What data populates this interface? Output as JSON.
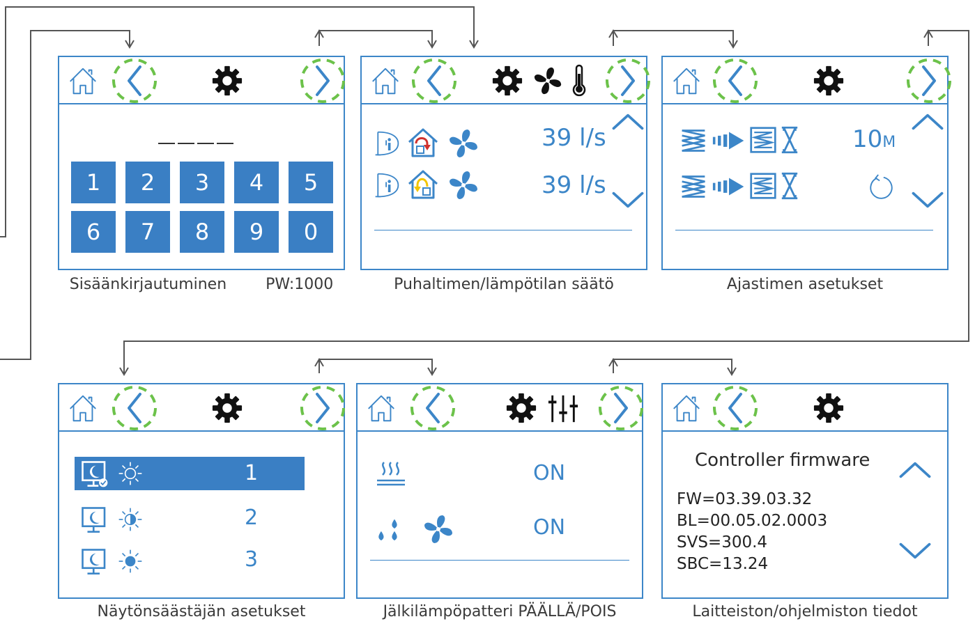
{
  "screens": {
    "login": {
      "caption": "Sisäänkirjautuminen        PW:1000",
      "keys": [
        "1",
        "2",
        "3",
        "4",
        "5",
        "6",
        "7",
        "8",
        "9",
        "0"
      ]
    },
    "fan_temp": {
      "caption": "Puhaltimen/lämpötilan säätö",
      "rows": [
        {
          "value": "39 l/s"
        },
        {
          "value": "39 l/s"
        }
      ]
    },
    "timer": {
      "caption": "Ajastimen asetukset",
      "rows": [
        {
          "value": "10",
          "unit": "M"
        },
        {
          "value": ""
        }
      ]
    },
    "screensaver": {
      "caption": "Näytönsäästäjän asetukset",
      "rows": [
        {
          "value": "1"
        },
        {
          "value": "2"
        },
        {
          "value": "3"
        }
      ]
    },
    "afterheater": {
      "caption": "Jälkilämpöpatteri PÄÄLLÄ/POIS",
      "rows": [
        {
          "value": "ON"
        },
        {
          "value": "ON"
        }
      ]
    },
    "info": {
      "caption": "Laitteiston/ohjelmiston tiedot",
      "title": "Controller firmware",
      "lines": [
        "FW=03.39.03.32",
        "BL=00.05.02.0003",
        "SVS=300.4",
        "SBC=13.24"
      ]
    }
  },
  "colors": {
    "accent": "#3c86c8",
    "key_fill": "#3a7fc4",
    "highlight_ring": "#6cc24a",
    "wire": "#555555",
    "red_arrow": "#d0312d",
    "yellow_arrow": "#f2c500"
  }
}
